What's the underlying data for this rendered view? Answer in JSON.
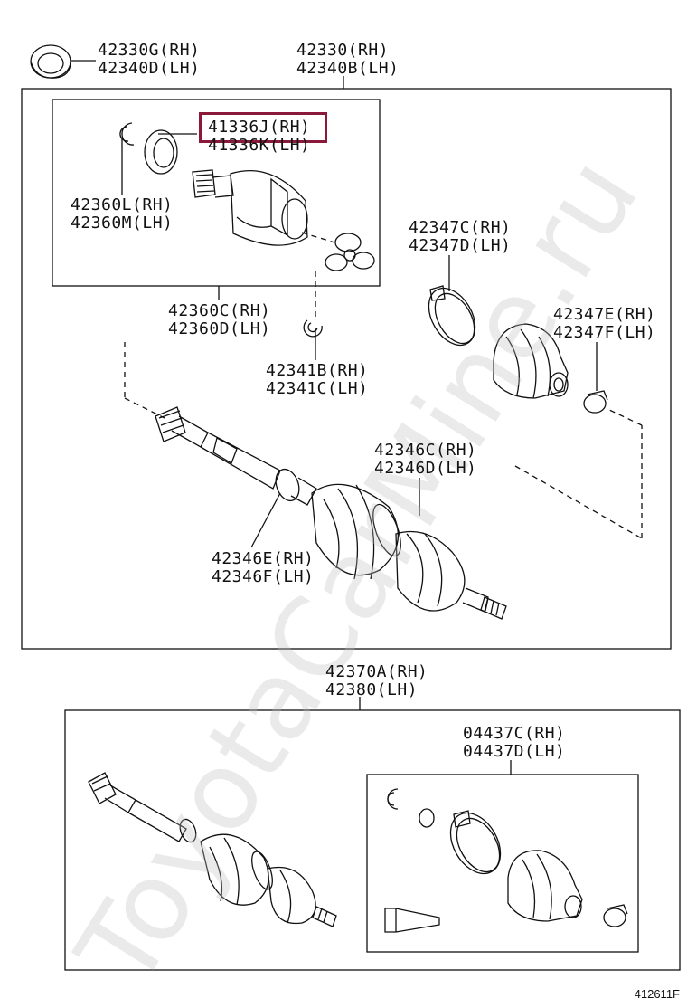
{
  "labels": {
    "seal_top": {
      "rh": "42330G(RH)",
      "lh": "42340D(LH)"
    },
    "assy_upper": {
      "rh": "42330(RH)",
      "lh": "42340B(LH)"
    },
    "inboard_joint": {
      "rh": "41336J(RH)",
      "lh": "41336K(LH)"
    },
    "snap_ring_left": {
      "rh": "42360L(RH)",
      "lh": "42360M(LH)"
    },
    "tulip": {
      "rh": "42360C(RH)",
      "lh": "42360D(LH)"
    },
    "snap_ring_mid": {
      "rh": "42341B(RH)",
      "lh": "42341C(LH)"
    },
    "boot_clamp_large": {
      "rh": "42347C(RH)",
      "lh": "42347D(LH)"
    },
    "boot_clamp_small": {
      "rh": "42347E(RH)",
      "lh": "42347F(LH)"
    },
    "outer_clamp": {
      "rh": "42346C(RH)",
      "lh": "42346D(LH)"
    },
    "inner_clamp": {
      "rh": "42346E(RH)",
      "lh": "42346F(LH)"
    },
    "assy_lower": {
      "rh": "42370A(RH)",
      "lh": "42380(LH)"
    },
    "boot_kit": {
      "rh": "04437C(RH)",
      "lh": "04437D(LH)"
    }
  },
  "figure_code": "412611F",
  "watermark": "ToyotaCarMine.ru",
  "highlight_color": "#8b1a3a"
}
